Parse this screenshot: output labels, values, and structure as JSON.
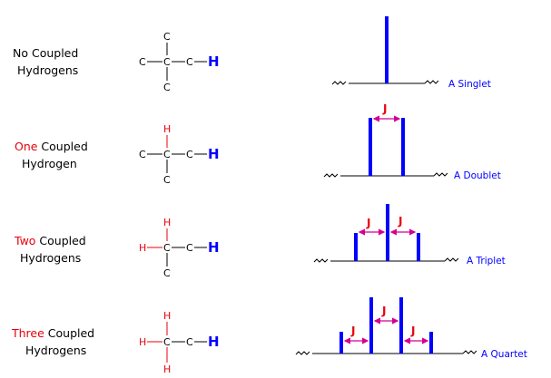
{
  "colors": {
    "coupled_word": "#e8000b",
    "peak": "#0000ff",
    "j_arrow": "#d4008f"
  },
  "atoms": {
    "C": "C",
    "H": "H",
    "dash": "—"
  },
  "rows": [
    {
      "label_prefix": "",
      "label_line1": "No Coupled",
      "label_line2": "Hydrogens",
      "red_word": "",
      "pattern": "A Singlet",
      "coupled_h": 0,
      "peaks": [
        1
      ]
    },
    {
      "label_prefix": "One",
      "label_line1": " Coupled",
      "label_line2": "Hydrogen",
      "red_word": "One",
      "pattern": "A Doublet",
      "coupled_h": 1,
      "peaks": [
        1,
        1
      ],
      "j": [
        "J"
      ]
    },
    {
      "label_prefix": "Two",
      "label_line1": " Coupled",
      "label_line2": "Hydrogens",
      "red_word": "Two",
      "pattern": "A Triplet",
      "coupled_h": 2,
      "peaks": [
        1,
        2,
        1
      ],
      "j": [
        "J",
        "J"
      ]
    },
    {
      "label_prefix": "Three",
      "label_line1": " Coupled",
      "label_line2": "Hydrogens",
      "red_word": "Three",
      "pattern": "A Quartet",
      "coupled_h": 3,
      "peaks": [
        1,
        3,
        3,
        1
      ],
      "j": [
        "J",
        "J",
        "J"
      ]
    }
  ]
}
